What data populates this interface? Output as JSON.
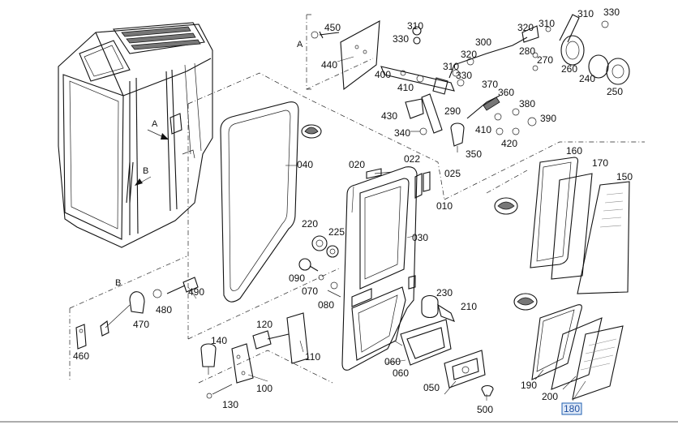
{
  "diagram": {
    "view_labels": {
      "a": "A",
      "b": "B"
    },
    "highlighted_part": "180",
    "part_numbers": {
      "p450": "450",
      "p440": "440",
      "p400": "400",
      "p410a": "410",
      "p410b": "410",
      "p430": "430",
      "p340": "340",
      "p350": "350",
      "p300": "300",
      "p310a": "310",
      "p310b": "310",
      "p310c": "310",
      "p310d": "310",
      "p320a": "320",
      "p320b": "320",
      "p330a": "330",
      "p330b": "330",
      "p280": "280",
      "p270": "270",
      "p260": "260",
      "p240": "240",
      "p250": "250",
      "p370": "370",
      "p360": "360",
      "p380": "380",
      "p390": "390",
      "p420": "420",
      "p290": "290",
      "p040": "040",
      "p020": "020",
      "p022": "022",
      "p025": "025",
      "p010": "010",
      "p030": "030",
      "p220": "220",
      "p225": "225",
      "p090": "090",
      "p070": "070",
      "p080": "080",
      "p230": "230",
      "p210": "210",
      "p060a": "060",
      "p060b": "060",
      "p050": "050",
      "p500": "500",
      "p160": "160",
      "p170": "170",
      "p150": "150",
      "p190": "190",
      "p200": "200",
      "p140": "140",
      "p120": "120",
      "p110": "110",
      "p100": "100",
      "p130": "130",
      "p490": "490",
      "p480": "480",
      "p470": "470",
      "p460": "460"
    }
  }
}
